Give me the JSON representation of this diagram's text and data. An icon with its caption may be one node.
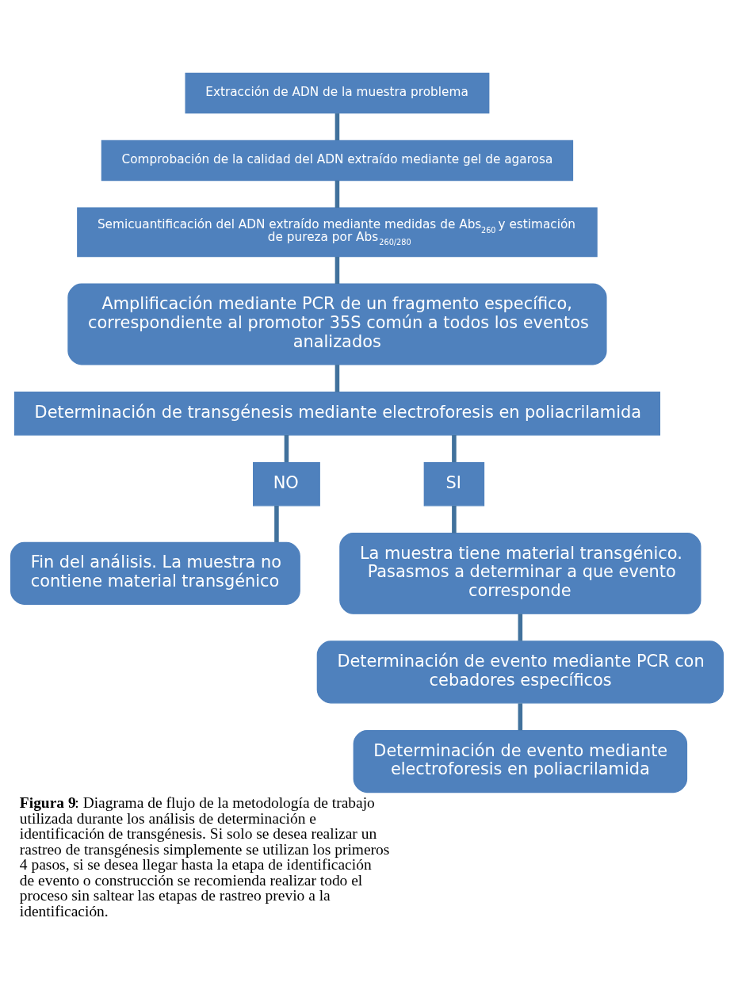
{
  "diagram": {
    "caption": "**Figura 9**: Diagrama de flujo de la metodología de trabajo utilizada durante los análisis de determinación e identificación de transgénesis. Si solo se desea realizar un rastreo de transgénesis simplemente se utilizan los primeros 4 pasos, si se desea llegar hasta la etapa de identificación de evento o construcción se recomienda realizar todo el proceso sin saltear las etapas de rastreo previo a la identificación.",
    "nodes": [
      {
        "text": [
          "Extracción de ADN de la muestra problema"
        ]
      },
      {
        "text": [
          "Comprobación de la calidad del ADN extraído mediante gel de agarosa"
        ]
      },
      {
        "text": [
          "Semicuantificación del ADN extraído mediante medidas de Abs$_{260}$ y estimación de pureza por Abs$_{260/280}$"
        ]
      },
      {
        "text": [
          "Amplificación mediante PCR de un fragmento específico, correspondiente al promotor 35S común a todos los eventos analizados"
        ]
      },
      {
        "text": [
          "Determinación de transgénesis mediante electroforesis en poliacrilamida"
        ]
      },
      {
        "text": [
          "NO"
        ]
      },
      {
        "text": [
          "SI"
        ]
      },
      {
        "text": [
          "Fin del análisis. La muestra no contiene material transgénico"
        ]
      },
      {
        "text": [
          "La muestra tiene material transgénico. Pasasmos a determinar a que evento corresponde"
        ]
      },
      {
        "text": [
          "Determinación de evento mediante PCR con cebadores específicos"
        ]
      },
      {
        "text": [
          "Determinación de evento mediante electroforesis en poliacrilamida"
        ]
      }
    ],
    "edges": [
      {
        "from": 0,
        "to": 1,
        "arrow": "none"
      },
      {
        "from": 1,
        "to": 2,
        "arrow": "none"
      },
      {
        "from": 2,
        "to": 3,
        "arrow": "none"
      },
      {
        "from": 3,
        "to": 4,
        "arrow": "none"
      },
      {
        "from": 4,
        "to": 5,
        "arrow": "none"
      },
      {
        "from": 4,
        "to": 6,
        "arrow": "none"
      },
      {
        "from": 5,
        "to": 7,
        "arrow": "none"
      },
      {
        "from": 6,
        "to": 8,
        "arrow": "none"
      },
      {
        "from": 8,
        "to": 9,
        "arrow": "none"
      },
      {
        "from": 9,
        "to": 10,
        "arrow": "none"
      }
    ]
  }
}
